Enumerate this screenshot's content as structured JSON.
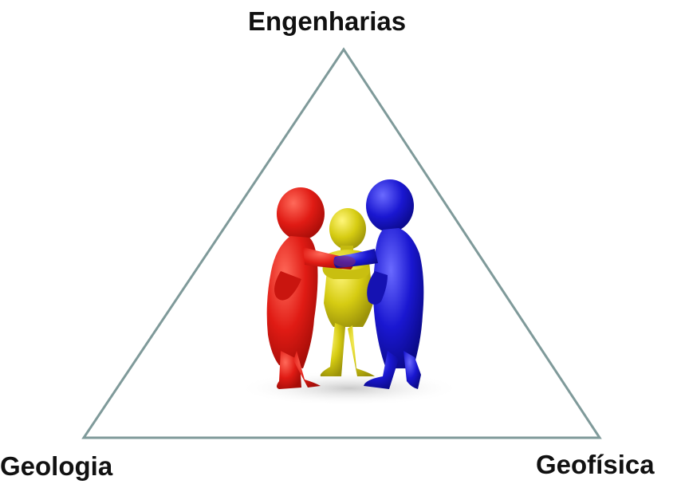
{
  "vertices": {
    "top": "Engenharias",
    "left": "Geologia",
    "right": "Geofísica"
  },
  "figures": [
    {
      "name": "red-figure",
      "color": "#e01b14"
    },
    {
      "name": "yellow-figure",
      "color": "#d6cc12"
    },
    {
      "name": "blue-figure",
      "color": "#1a17d1"
    }
  ],
  "colors": {
    "triangle_stroke": "#7f9a9a",
    "background": "#ffffff"
  }
}
